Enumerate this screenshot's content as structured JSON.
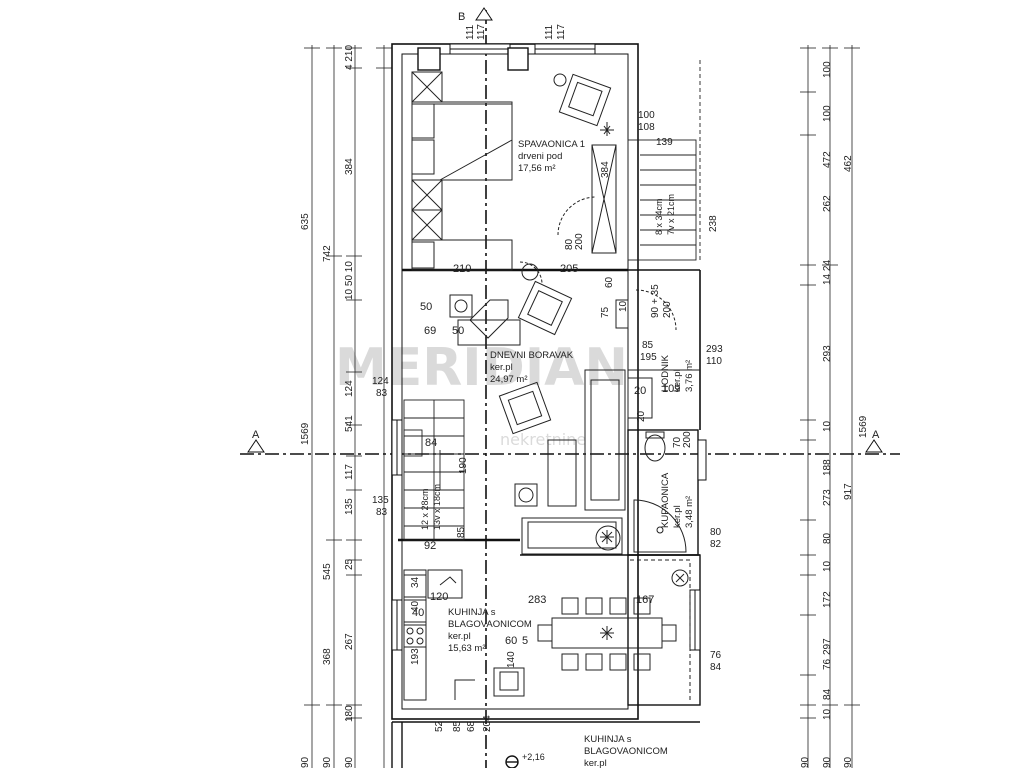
{
  "rooms": {
    "bedroom": {
      "name": "SPAVAONICA 1",
      "floor": "drveni pod",
      "area": "17,56 m²"
    },
    "living": {
      "name": "DNEVNI BORAVAK",
      "floor": "ker.pl",
      "area": "24,97 m²"
    },
    "hallway": {
      "name": "HODNIK",
      "floor": "ker.pl",
      "area": "3,76 m²"
    },
    "bathroom": {
      "name": "KUPAONICA",
      "floor": "ker.pl",
      "area": "3,48 m²"
    },
    "kitchen": {
      "name1": "KUHINJA s",
      "name2": "BLAGOVAONICOM",
      "floor": "ker.pl",
      "area": "15,63 m²"
    },
    "kitchen_lower": {
      "name1": "KUHINJA s",
      "name2": "BLAGOVAONICOM",
      "floor": "ker.pl"
    }
  },
  "section_marks": {
    "a_left": "A",
    "a_right": "A",
    "b_top": "B"
  },
  "stairs_outer": {
    "size": "8 x 34cm",
    "count": "7v x 21cm"
  },
  "stairs_inner": {
    "size": "12 x 28cm",
    "count": "13v x 18cm"
  },
  "elevation": "+2,16",
  "watermark": {
    "line1": "MERIDIAN",
    "line2": "nekretnine"
  },
  "dims": {
    "top_left_a": "111",
    "top_left_b": "117",
    "top_right_a": "111",
    "top_right_b": "117",
    "d_100": "100",
    "d_108": "108",
    "d_139": "139",
    "d_384_in": "384",
    "d_238": "238",
    "d_80": "80",
    "d_200": "200",
    "d_210": "210",
    "d_205": "205",
    "d_60": "60",
    "d_75": "75",
    "d_10": "10",
    "d_50a": "50",
    "d_69": "69",
    "d_50b": "50",
    "d_90_35": "90 + 35",
    "d_200b": "200",
    "d_85": "85",
    "d_195": "195",
    "d_293a": "293",
    "d_110": "110",
    "d_20": "20",
    "d_109": "109",
    "d_20b": "20",
    "d_70": "70",
    "d_200c": "200",
    "d_124": "124",
    "d_83": "83",
    "d_84": "84",
    "d_190": "190",
    "d_135": "135",
    "d_83b": "83",
    "d_92": "92",
    "d_85b": "85",
    "d_80b": "80",
    "d_82": "82",
    "d_283": "283",
    "d_167": "167",
    "d_120": "120",
    "d_34": "34",
    "d_40a": "40",
    "d_40b": "40",
    "d_60b": "60",
    "d_5": "5",
    "d_193": "193",
    "d_140": "140",
    "d_76": "76",
    "d_84b": "84",
    "b_52": "52",
    "b_85": "85",
    "b_68": "68",
    "b_204": "204",
    "l1_4210": "4 210",
    "l1_384": "384",
    "l1_1050": "10 50 10",
    "l1_124": "124",
    "l1_541": "541",
    "l1_117": "117",
    "l1_135": "135",
    "l1_25": "25",
    "l1_267": "267",
    "l1_180": "180",
    "l1_90": "90",
    "l2_742": "742",
    "l2_545": "545",
    "l2_368": "368",
    "l2_90": "90",
    "l3_635": "635",
    "l3_1569": "1569",
    "l3_90": "90",
    "r1_100a": "100",
    "r1_100b": "100",
    "r1_472": "472",
    "r1_262": "262",
    "r1_1424": "14 24",
    "r1_293": "293",
    "r1_10a": "10",
    "r1_188": "188",
    "r1_273": "273",
    "r1_80": "80",
    "r1_10b": "10",
    "r1_172": "172",
    "r1_297": "297",
    "r1_76": "76",
    "r1_84": "84",
    "r1_10c": "10",
    "r1_90": "90",
    "r2_462": "462",
    "r2_917": "917",
    "r2_1569": "1569",
    "r2_90": "90",
    "r3_90": "90"
  }
}
